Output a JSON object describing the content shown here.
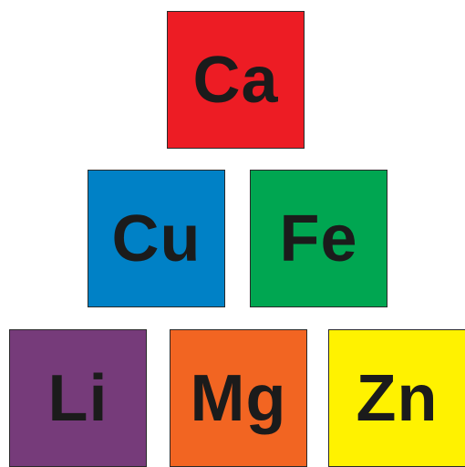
{
  "tiles": [
    {
      "symbol": "Ca",
      "color": "#ED1C24"
    },
    {
      "symbol": "Cu",
      "color": "#0081C6"
    },
    {
      "symbol": "Fe",
      "color": "#00A651"
    },
    {
      "symbol": "Li",
      "color": "#763B7A"
    },
    {
      "symbol": "Mg",
      "color": "#F26522"
    },
    {
      "symbol": "Zn",
      "color": "#FFF200"
    }
  ]
}
